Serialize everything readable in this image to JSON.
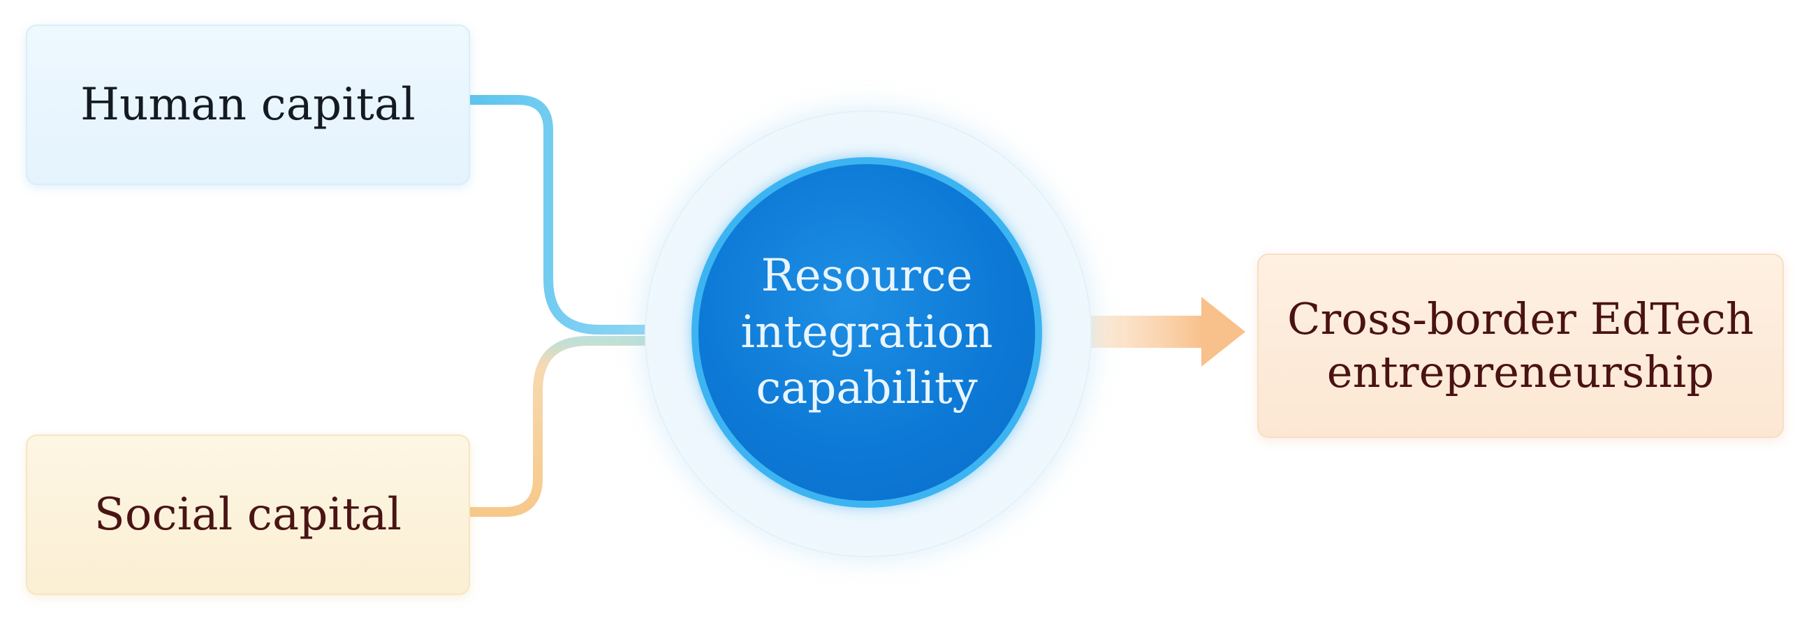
{
  "diagram": {
    "inputs": [
      {
        "label": "Human capital",
        "color": "#5cc4ee"
      },
      {
        "label": "Social capital",
        "color": "#f6c98a"
      }
    ],
    "mediator": {
      "label": "Resource integration capability",
      "fill_color": "#0d79d6",
      "ring_color": "#3cb4f2"
    },
    "outcome": {
      "label": "Cross-border EdTech entrepreneurship",
      "arrow_color": "#f8c08a"
    }
  }
}
